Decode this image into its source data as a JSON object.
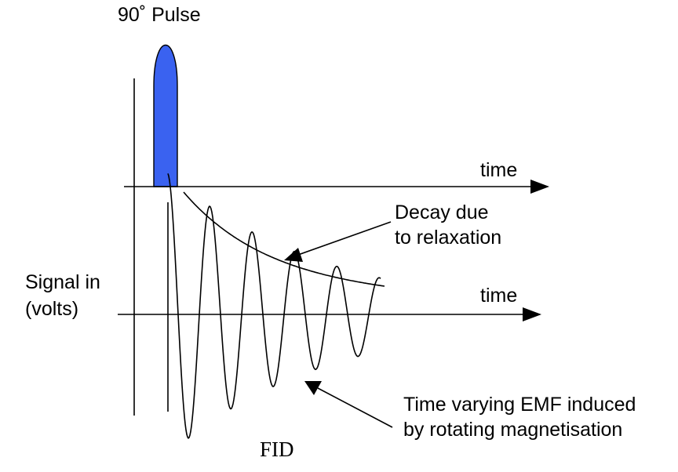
{
  "labels": {
    "pulse": "90˚ Pulse",
    "time_top": "time",
    "time_bottom": "time",
    "decay_line1": "Decay due",
    "decay_line2": "to relaxation",
    "signal_line1": "Signal in",
    "signal_line2": "(volts)",
    "emf_line1": "Time varying EMF induced",
    "emf_line2": "by rotating magnetisation",
    "fid": "FID"
  },
  "colors": {
    "pulse_fill": "#3a62f0",
    "line": "#000000"
  }
}
